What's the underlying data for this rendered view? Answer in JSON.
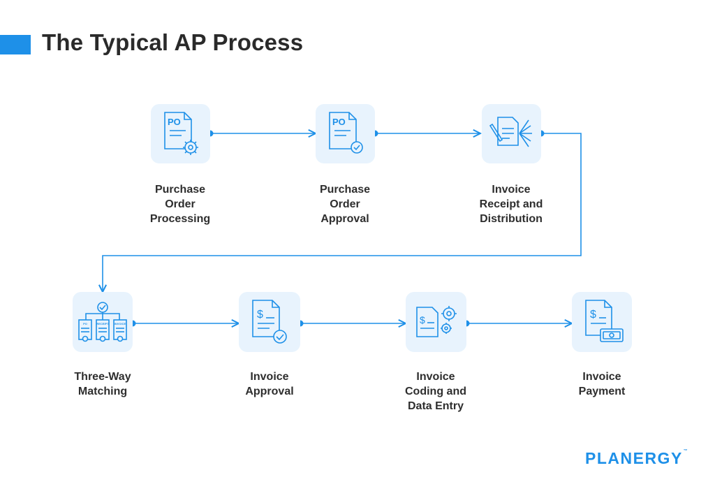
{
  "title": "The Typical AP Process",
  "colors": {
    "accent": "#1e90e8",
    "tile": "#e8f3fd",
    "text": "#2e2e2e"
  },
  "steps": [
    {
      "label": "Purchase\nOrder\nProcessing",
      "icon": "po-document-gear-icon",
      "icon_text": "PO"
    },
    {
      "label": "Purchase\nOrder\nApproval",
      "icon": "po-document-check-icon",
      "icon_text": "PO"
    },
    {
      "label": "Invoice\nReceipt and\nDistribution",
      "icon": "document-distribution-icon"
    },
    {
      "label": "Three-Way\nMatching",
      "icon": "three-way-match-icon",
      "icon_texts": [
        "PO",
        "RECEIPT",
        "INVOICE"
      ]
    },
    {
      "label": "Invoice\nApproval",
      "icon": "invoice-check-icon"
    },
    {
      "label": "Invoice\nCoding and\nData Entry",
      "icon": "invoice-gears-icon"
    },
    {
      "label": "Invoice\nPayment",
      "icon": "invoice-payment-icon"
    }
  ],
  "brand": {
    "name": "PLANERGY",
    "mark": "™"
  }
}
